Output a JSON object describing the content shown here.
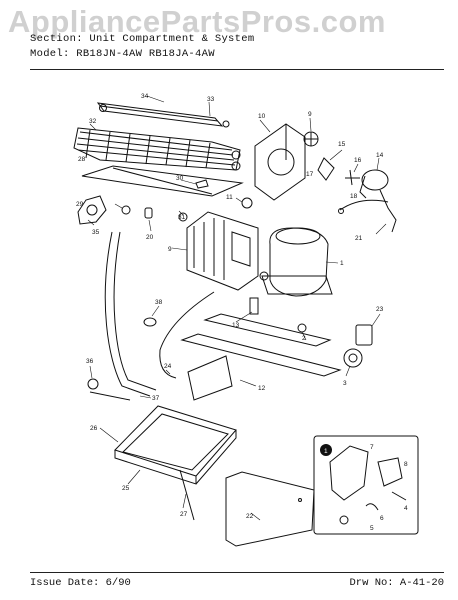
{
  "watermark": "AppliancePartsPros.com",
  "header": {
    "section_prefix": "Section:",
    "section_value": "Unit Compartment & System",
    "model_prefix": "Model:",
    "model_value": "RB18JN-4AW  RB18JA-4AW"
  },
  "footer": {
    "issue": "Issue Date: 6/90",
    "drawing": "Drw No: A-41-20"
  },
  "callouts": [
    "1",
    "2",
    "3",
    "4",
    "5",
    "6",
    "7",
    "8",
    "9",
    "10",
    "11",
    "12",
    "13",
    "14",
    "15",
    "16",
    "17",
    "18",
    "19",
    "20",
    "21",
    "22",
    "23",
    "24",
    "25",
    "26",
    "27",
    "28",
    "29",
    "30",
    "31",
    "32",
    "33",
    "34",
    "35",
    "36",
    "37",
    "38"
  ],
  "inset": {
    "marker": "1",
    "callouts": [
      "4",
      "5",
      "6",
      "7",
      "8"
    ]
  },
  "colors": {
    "ink": "#111111",
    "watermark": "#6e6e6e"
  }
}
